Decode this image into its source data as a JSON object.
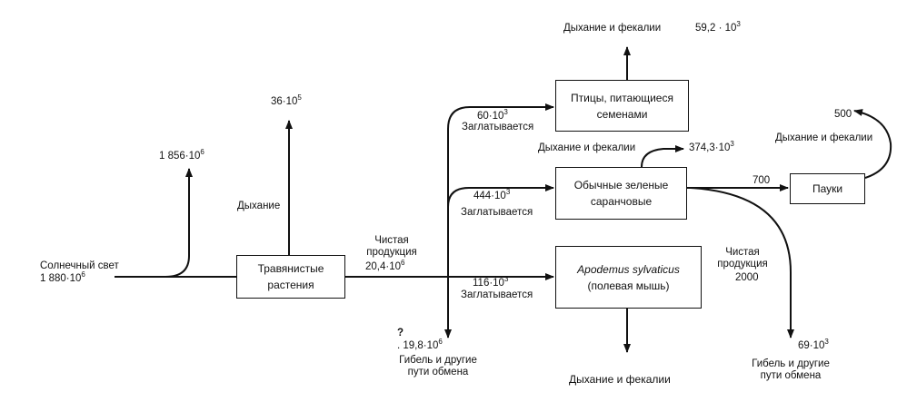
{
  "boxes": {
    "grass": "Травянистые растения",
    "birds": "Птицы, питающиеся семенами",
    "grasshoppers": "Обычные зеленые саранчовые",
    "mouse_latin": "Apodemus sylvaticus",
    "mouse_ru": "(полевая мышь)",
    "spiders": "Пауки"
  },
  "labels": {
    "sunlight": "Солнечный свет",
    "sunlight_value_base": "1 880·10",
    "sunlight_value_exp": "6",
    "reflected_base": "1 856·10",
    "reflected_exp": "6",
    "respiration_plants": "Дыхание",
    "respiration_plants_value_base": "36·10",
    "respiration_plants_value_exp": "5",
    "net_production": "Чистая продукция",
    "net_production_value_base": "20,4·10",
    "net_production_value_exp": "6",
    "birds_swallowed_value_base": "60·10",
    "birds_swallowed_value_exp": "3",
    "swallowed_1": "Заглатывается",
    "birds_resp": "Дыхание и фекалии",
    "birds_resp_value_base": "59,2 · 10",
    "birds_resp_value_exp": "3",
    "grasshoppers_resp": "Дыхание и фекалии",
    "grasshoppers_resp_value_base": "374,3·10",
    "grasshoppers_resp_value_exp": "3",
    "grasshoppers_swallowed_value_base": "444·10",
    "grasshoppers_swallowed_value_exp": "3",
    "swallowed_2": "Заглатывается",
    "mouse_swallowed_value_base": "116·10",
    "mouse_swallowed_value_exp": "3",
    "swallowed_3": "Заглатывается",
    "mouse_net_production": "Чистая продукция",
    "mouse_net_production_value": "2000",
    "mouse_resp": "Дыхание и фекалии",
    "plants_death_value_base": "19,8·10",
    "plants_death_value_exp": "6",
    "plants_death": "Гибель и другие пути обмена",
    "question_mark": "?",
    "spiders_input_value": "700",
    "spiders_resp": "Дыхание и фекалии",
    "spiders_resp_value": "500",
    "grasshoppers_death_value_base": "69·10",
    "grasshoppers_death_value_exp": "3",
    "grasshoppers_death": "Гибель и другие пути обмена"
  }
}
